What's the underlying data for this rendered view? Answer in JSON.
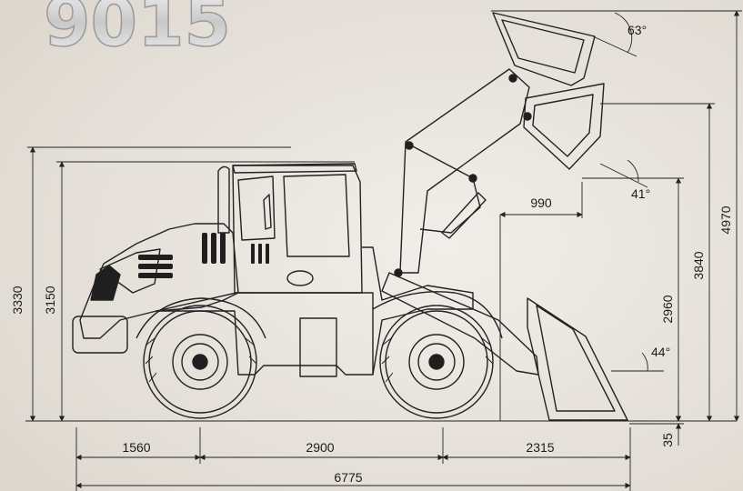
{
  "brand_text": "9015",
  "dimensions": {
    "total_height_with_exhaust": "3330",
    "cab_height": "3150",
    "front_overhang": "1560",
    "wheelbase": "2900",
    "bucket_reach_ground": "2315",
    "overall_length": "6775",
    "dump_reach": "990",
    "dump_clearance": "2960",
    "pin_height": "3840",
    "max_bucket_height": "4970",
    "dig_depth": "35"
  },
  "angles": {
    "max_dump_angle": "63°",
    "dump_angle_at_height": "41°",
    "rollback_angle_ground": "44°"
  },
  "colors": {
    "background": "#e9e5df",
    "line": "#222222",
    "logo_fill": "#dcdcdc"
  }
}
